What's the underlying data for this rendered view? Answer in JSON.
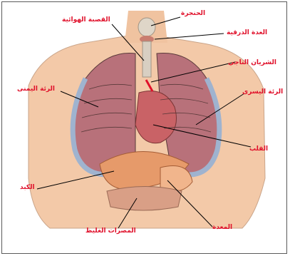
{
  "labels": {
    "larynx": "الحنجرة",
    "trachea": "القصبة الهوائية",
    "thyroid": "الغدة الدرقية",
    "right_lung": "الرئة اليمنى",
    "coronary_artery": "الشريان التاجي",
    "left_lung": "الرئة اليسرى",
    "heart": "القلب",
    "liver": "الكبد",
    "stomach": "المعدة",
    "large_intestine": "المصرات الغليظ"
  },
  "colors": {
    "label": "#e0102a",
    "skin": "#f3c9a8",
    "lung": "#b8717a",
    "pleura": "#9fb3cf",
    "liver": "#e69a6a",
    "intestine": "#d99f86"
  }
}
